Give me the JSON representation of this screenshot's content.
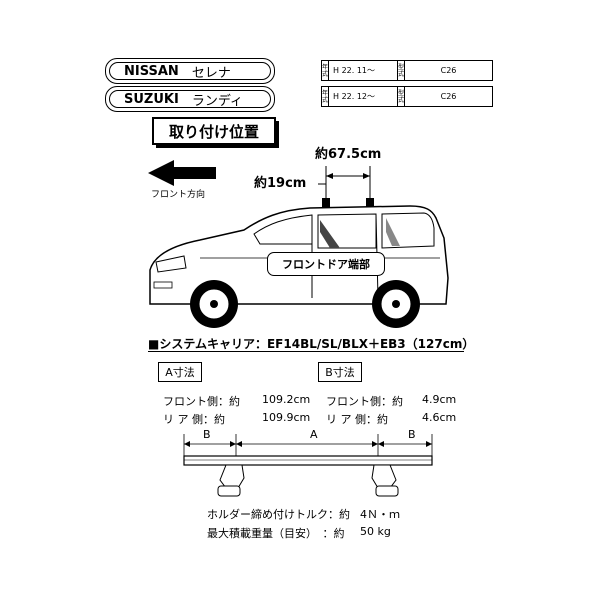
{
  "vehicles": [
    {
      "make": "NISSAN",
      "model": "セレナ",
      "year_label": "年式",
      "year": "H 22. 11～",
      "type_label": "型式",
      "type": "C26"
    },
    {
      "make": "SUZUKI",
      "model": "ランディ",
      "year_label": "年式",
      "year": "H 22. 12～",
      "type_label": "型式",
      "type": "C26"
    }
  ],
  "mount_title": "取り付け位置",
  "front_direction": "フロント方向",
  "dimensions": {
    "spacing": "約67.5cm",
    "offset": "約19cm"
  },
  "front_door_callout": "フロントドア端部",
  "system_carrier": "■システムキャリア：EF14BL/SL/BLX＋EB3（127cm）",
  "a_dim": {
    "title": "A寸法",
    "front_label": "フロント側：約",
    "front_value": "109.2cm",
    "rear_label": "リ ア 側：約",
    "rear_value": "109.9cm"
  },
  "b_dim": {
    "title": "B寸法",
    "front_label": "フロント側：約",
    "front_value": "4.9cm",
    "rear_label": "リ ア 側：約",
    "rear_value": "4.6cm"
  },
  "diagram_labels": {
    "b_left": "B",
    "a": "A",
    "b_right": "B"
  },
  "specs": {
    "torque_label": "ホルダー締め付けトルク：約",
    "torque_value": "4Ｎ・ｍ",
    "load_label": "最大積載重量（目安）　：約",
    "load_value": "50 kg"
  }
}
